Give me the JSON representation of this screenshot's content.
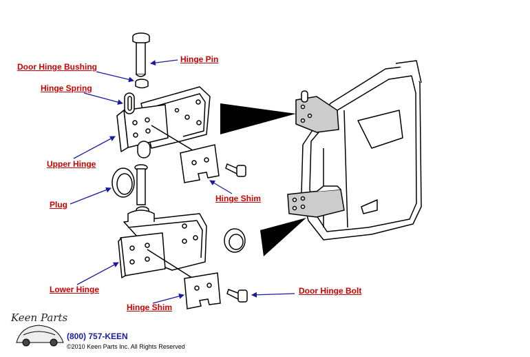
{
  "labels": {
    "hinge_pin": "Hinge Pin",
    "door_hinge_bushing": "Door Hinge Bushing",
    "hinge_spring": "Hinge Spring",
    "upper_hinge": "Upper Hinge",
    "plug": "Plug",
    "hinge_shim_upper": "Hinge Shim",
    "lower_hinge": "Lower Hinge",
    "hinge_shim_lower": "Hinge Shim",
    "door_hinge_bolt": "Door Hinge Bolt"
  },
  "footer": {
    "logo_text": "Keen Parts",
    "phone": "(800) 757-KEEN",
    "copyright": "©2010 Keen Parts Inc. All Rights Reserved"
  },
  "colors": {
    "label": "#cc0000",
    "arrow": "#1a1aa0",
    "line": "#000000"
  }
}
